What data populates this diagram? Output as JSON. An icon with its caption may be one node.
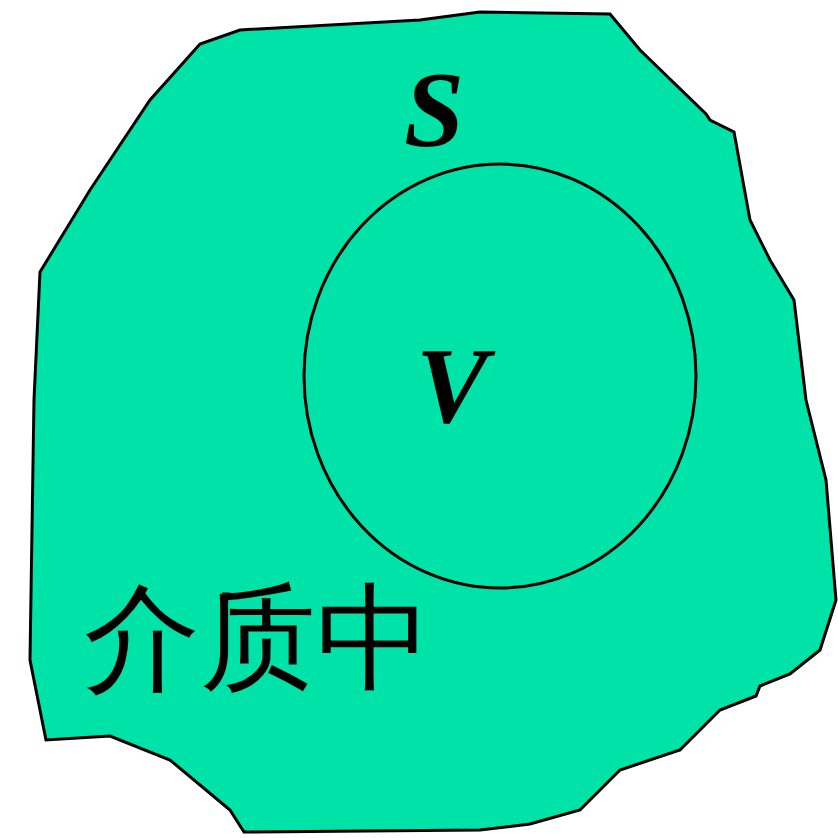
{
  "diagram": {
    "nodes": [
      {
        "text": [
          "介质中"
        ]
      },
      {
        "text": [
          "S",
          "V"
        ],
        "in": 0
      }
    ]
  }
}
